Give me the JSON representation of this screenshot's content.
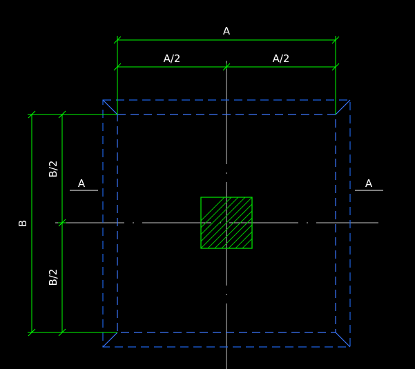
{
  "dimensions": {
    "overall_width": "A",
    "half_width_left": "A/2",
    "half_width_right": "A/2",
    "overall_depth": "B",
    "half_depth_top": "B/2",
    "half_depth_bottom": "B/2"
  },
  "section_marks": {
    "left": "A",
    "right": "A"
  },
  "colors": {
    "background": "#000000",
    "dimension": "#00ff00",
    "outline_dashed": "#1e64e6",
    "footing_edge": "#3c78ff",
    "centerline": "#c8c8c8",
    "column_hatch": "#00c800",
    "text": "#ffffff"
  }
}
